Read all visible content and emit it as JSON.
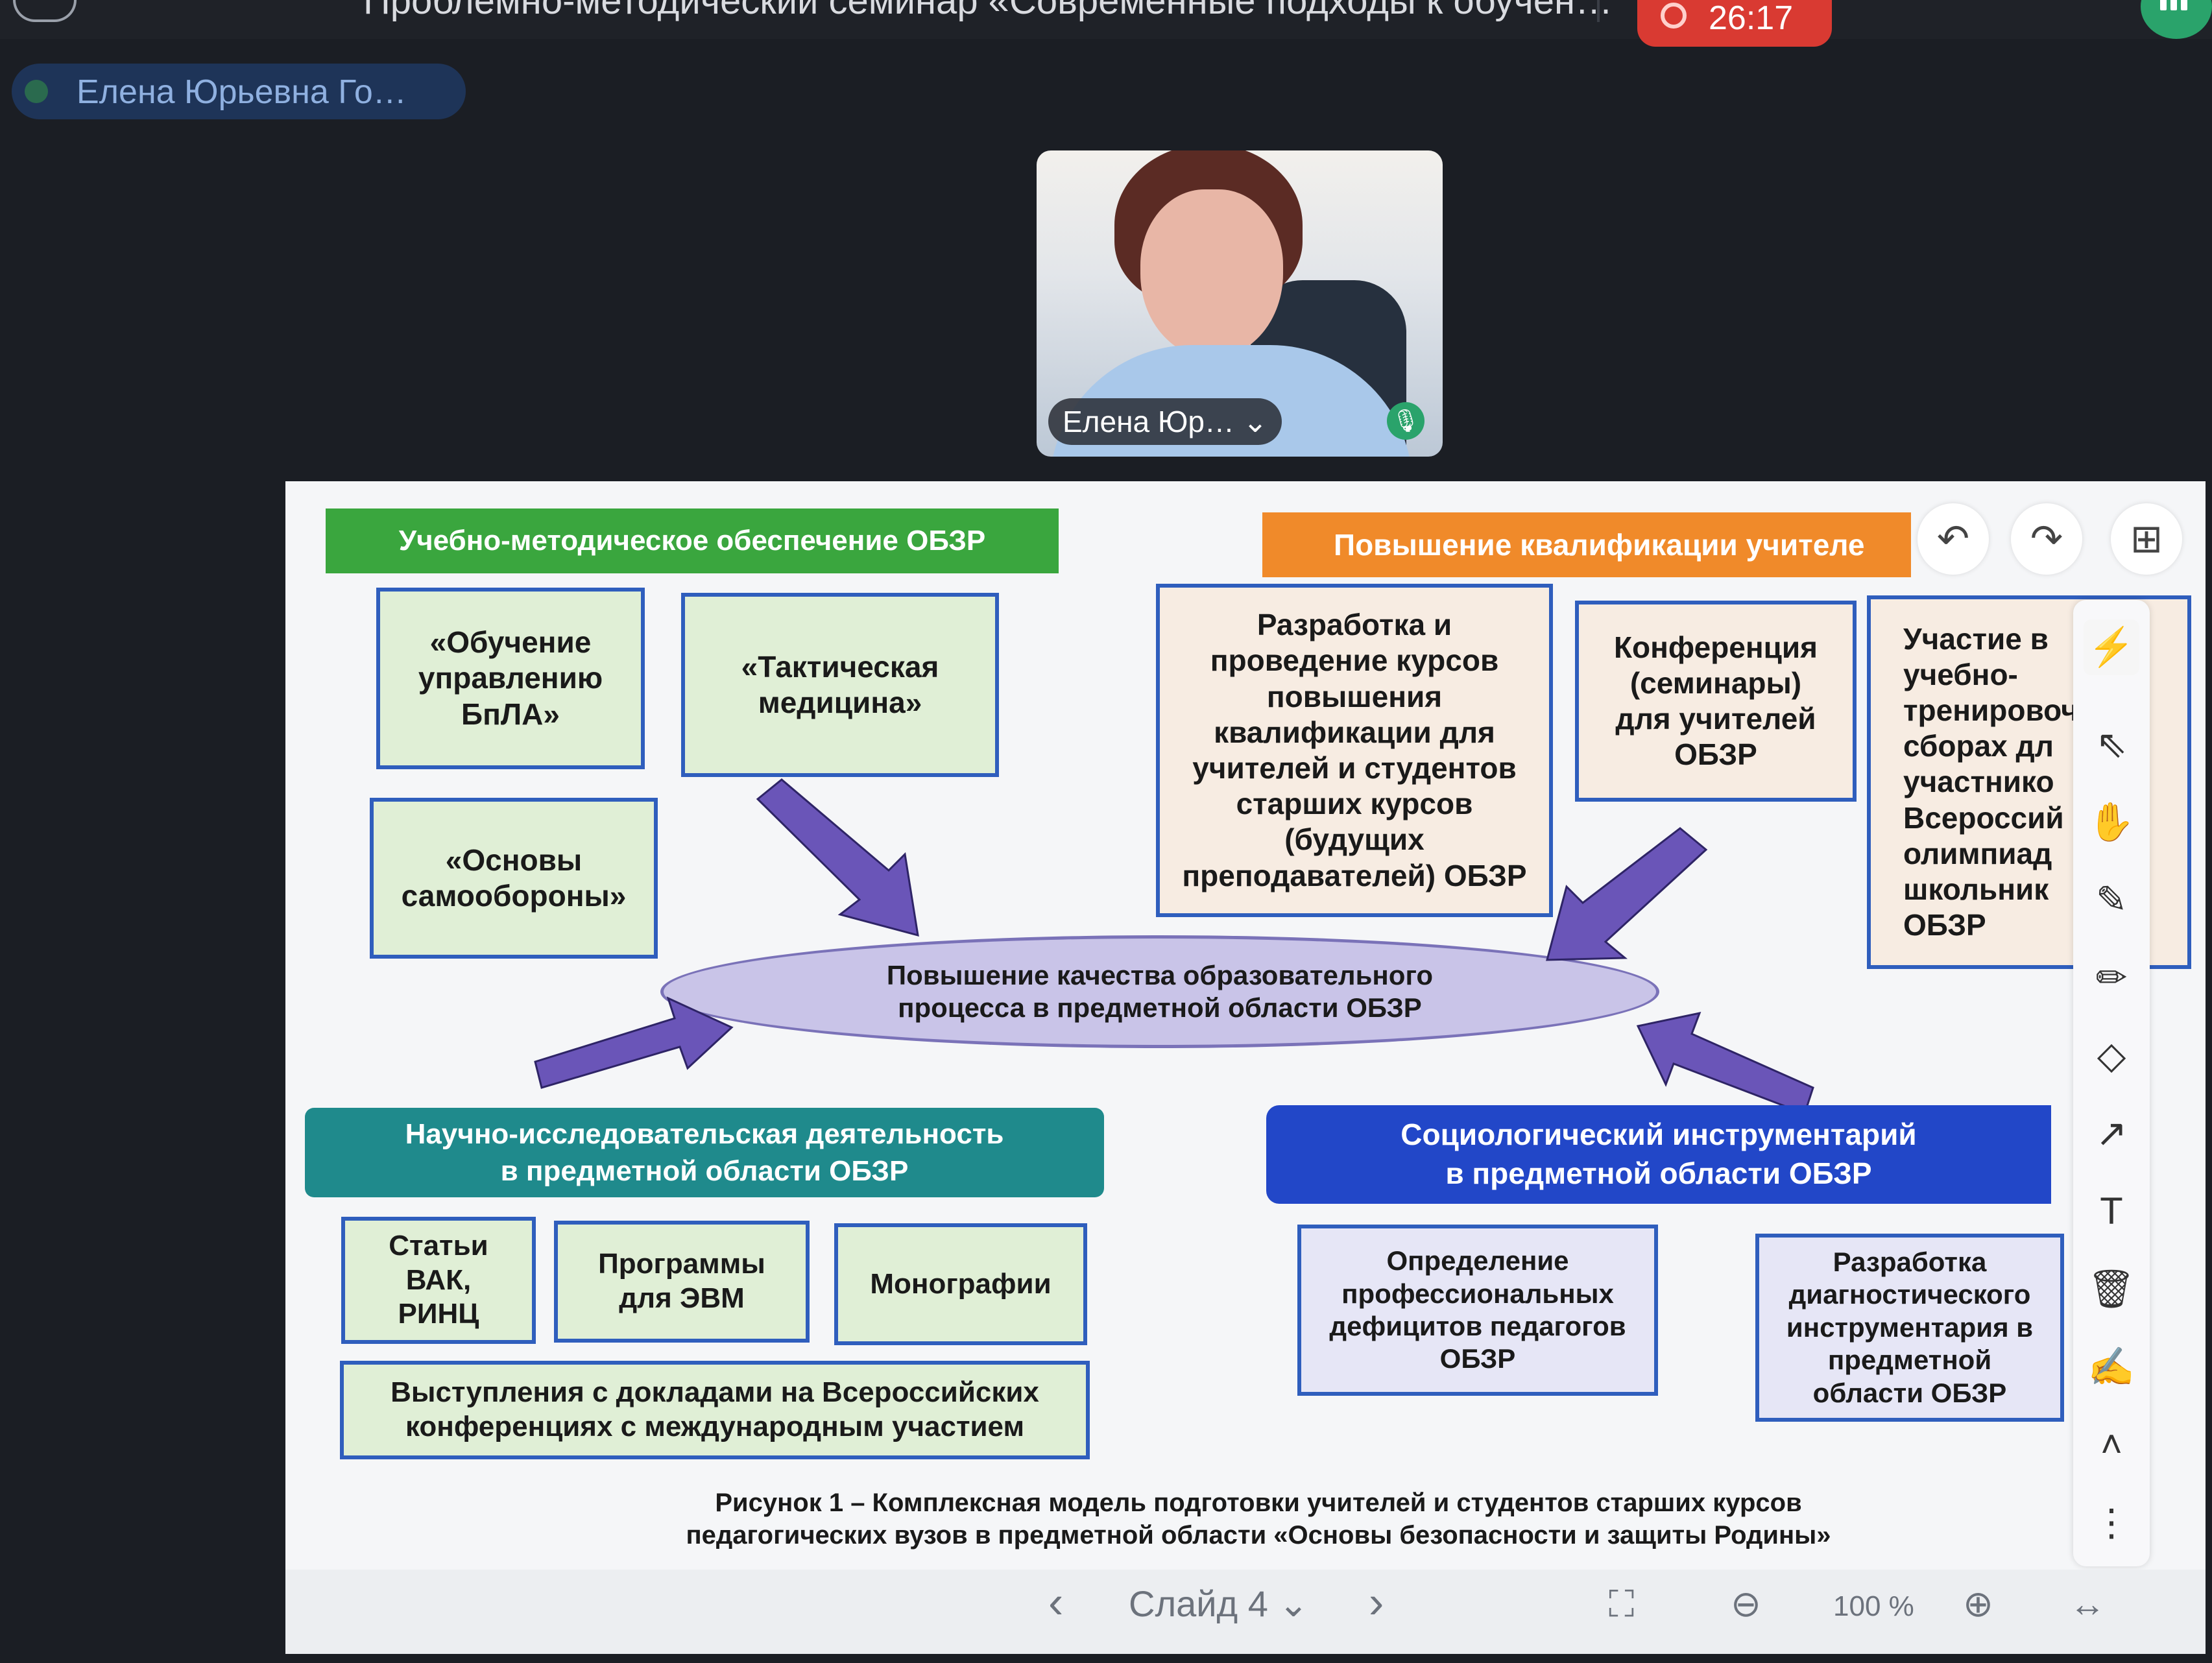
{
  "header": {
    "title": "Проблемно-методический семинар «Современные подходы к обучен…",
    "recording_time": "26:17",
    "active_speaker": "Елена Юрьевна Го…"
  },
  "video": {
    "participant_label": "Елена Юр…",
    "dropdown_icon": "chevron-down-icon",
    "mic_icon": "mic-icon"
  },
  "slide": {
    "header_green": "Учебно-методическое обеспечение ОБЗР",
    "header_orange": "Повышение квалификации учителе",
    "header_teal": "Научно-исследовательская деятельность\nв предметной области ОБЗР",
    "header_blue": "Социологический инструментарий\nв предметной области ОБЗР",
    "green_boxes": [
      "«Обучение\nуправлению\nБпЛА»",
      "«Тактическая\nмедицина»",
      "«Основы\nсамообороны»"
    ],
    "orange_boxes": [
      "Разработка и\nпроведение курсов\nповышения\nквалификации для\nучителей и студентов\nстарших курсов\n(будущих\nпреподавателей) ОБЗР",
      "Конференция\n(семинары)\nдля учителей\nОБЗР",
      "Участие в\nучебно-\nтренировочных\nсборах дл\nучастнико\nВсероссий\nолимпиад\nшкольник\nОБЗР"
    ],
    "center": "Повышение качества образовательного\nпроцесса в предметной области ОБЗР",
    "research_boxes": [
      "Статьи\nВАК,\nРИНЦ",
      "Программы\nдля ЭВМ",
      "Монографии",
      "Выступления с докладами на Всероссийских\nконференциях с международным участием"
    ],
    "socio_boxes": [
      "Определение\nпрофессиональных\nдефицитов педагогов\nОБЗР",
      "Разработка\nдиагностического\nинструментария в\nпредметной\nобласти ОБЗР"
    ],
    "caption": "Рисунок 1 – Комплексная модель подготовки учителей и студентов старших курсов\nпедагогических вузов в предметной области «Основы безопасности и защиты Родины»",
    "colors": {
      "green": "#3aa63e",
      "orange": "#f08a2a",
      "teal": "#1f8a8c",
      "blue": "#2247c8",
      "arrow": "#6a55b8"
    }
  },
  "toolbar": {
    "top_icons": [
      "undo-icon",
      "redo-icon",
      "apps-icon"
    ],
    "tools": [
      "marker-icon",
      "cursor-icon",
      "hand-icon",
      "highlighter-icon",
      "pencil-icon",
      "eraser-icon",
      "arrow-icon",
      "text-icon",
      "trash-icon",
      "edit-icon",
      "collapse-icon",
      "more-icon"
    ],
    "text_tool_label": "T"
  },
  "navigation": {
    "slide_label": "Слайд 4",
    "zoom": "100 %"
  }
}
